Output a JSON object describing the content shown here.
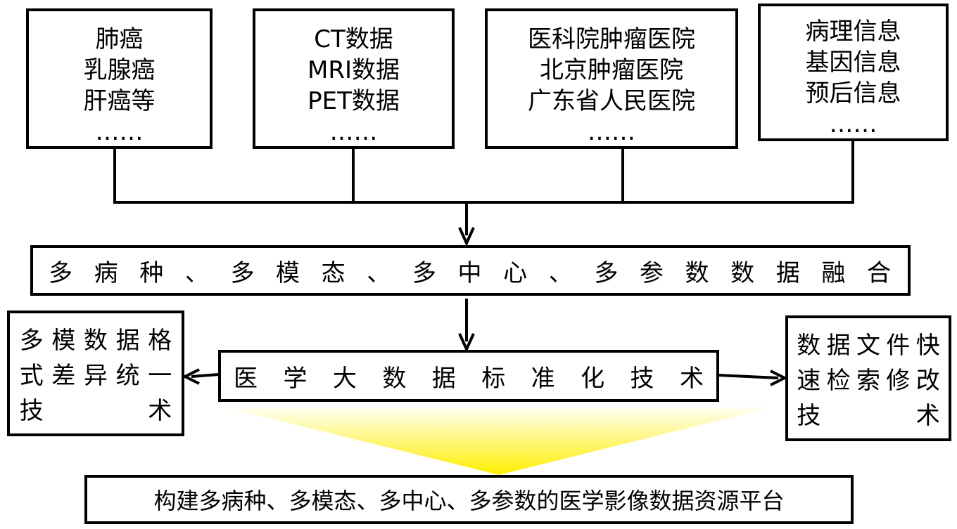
{
  "sources": [
    {
      "lines": [
        "肺癌",
        "乳腺癌",
        "肝癌等",
        "……"
      ]
    },
    {
      "lines": [
        "CT数据",
        "MRI数据",
        "PET数据",
        "……"
      ]
    },
    {
      "lines": [
        "医科院肿瘤医院",
        "北京肿瘤医院",
        "广东省人民医院",
        "……"
      ]
    },
    {
      "lines": [
        "病理信息",
        "基因信息",
        "预后信息",
        "……"
      ]
    }
  ],
  "fusion": {
    "chars": [
      "多",
      "病",
      "种",
      "、",
      "多",
      "模",
      "态",
      "、",
      "多",
      "中",
      "心",
      "、",
      "多",
      "参",
      "数",
      "数",
      "据",
      "融",
      "合"
    ]
  },
  "standardization": {
    "chars": [
      "医",
      "学",
      "大",
      "数",
      "据",
      "标",
      "准",
      "化",
      "技",
      "术"
    ]
  },
  "left_tech": {
    "cells": [
      "多",
      "模",
      "数",
      "据",
      "格",
      "式",
      "差",
      "异",
      "统",
      "一",
      "技",
      "",
      "",
      "",
      "术"
    ]
  },
  "right_tech": {
    "cells": [
      "数",
      "据",
      "文",
      "件",
      "快",
      "速",
      "检",
      "索",
      "修",
      "改",
      "技",
      "",
      "",
      "",
      "术"
    ]
  },
  "platform": {
    "label": "构建多病种、多模态、多中心、多参数的医学影像数据资源平台"
  },
  "colors": {
    "stroke": "#000000",
    "funnel_top": "#fffff0",
    "funnel_bottom": "#ffee00"
  }
}
